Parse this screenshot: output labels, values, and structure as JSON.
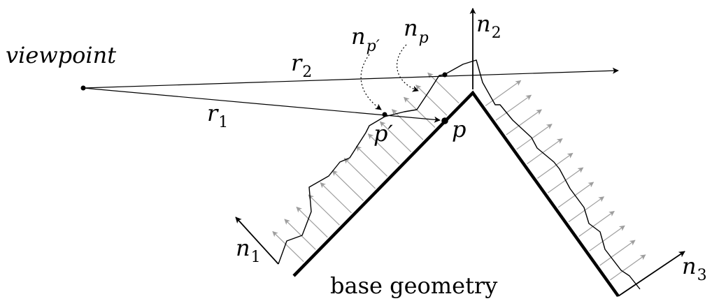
{
  "labels": {
    "viewpoint": "viewpoint",
    "r1": "r",
    "r1_sub": "1",
    "r2": "r",
    "r2_sub": "2",
    "p": "p",
    "p_prime": "p′",
    "n_p": "n",
    "n_p_sub": "p",
    "n_p_prime": "n",
    "n_p_prime_sub": "p′",
    "n1": "n",
    "n1_sub": "1",
    "n2": "n",
    "n2_sub": "2",
    "n3": "n",
    "n3_sub": "3",
    "base_geometry": "base geometry"
  },
  "colors": {
    "ink": "#000000",
    "normal_arrows": "#9e9e9e"
  }
}
